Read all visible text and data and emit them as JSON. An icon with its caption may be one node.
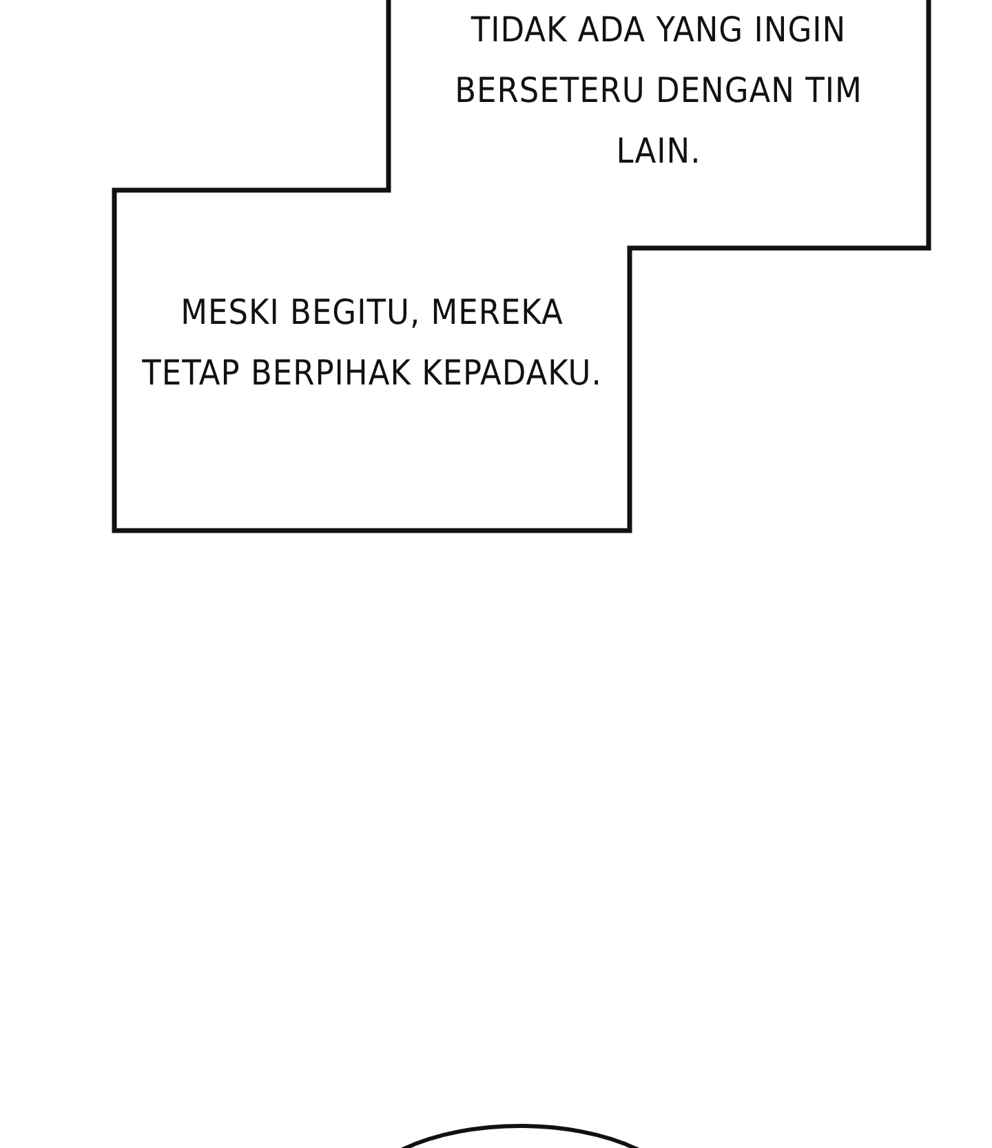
{
  "diagram": {
    "nodes": [
      {
        "text": [
          "TIDAK ADA YANG INGIN BERSETERU DENGAN TIM LAIN."
        ]
      },
      {
        "text": [
          "MESKI BEGITU, MEREKA TETAP BERPIHAK KEPADAKU."
        ]
      },
      {
        "text": [],
        "shape": "ellipse"
      }
    ]
  }
}
